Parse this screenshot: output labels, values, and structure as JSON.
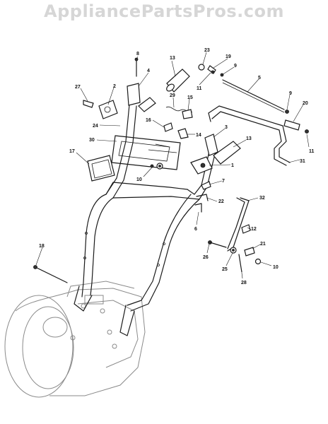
{
  "watermark": "AppliancePartsPros.com",
  "callouts": [
    "8",
    "23",
    "19",
    "13",
    "4",
    "9",
    "5",
    "27",
    "2",
    "11",
    "29",
    "15",
    "9",
    "20",
    "16",
    "24",
    "3",
    "14",
    "30",
    "13",
    "17",
    "1",
    "10",
    "31",
    "7",
    "32",
    "22",
    "6",
    "12",
    "18",
    "21",
    "26",
    "25",
    "10",
    "28",
    "11"
  ]
}
